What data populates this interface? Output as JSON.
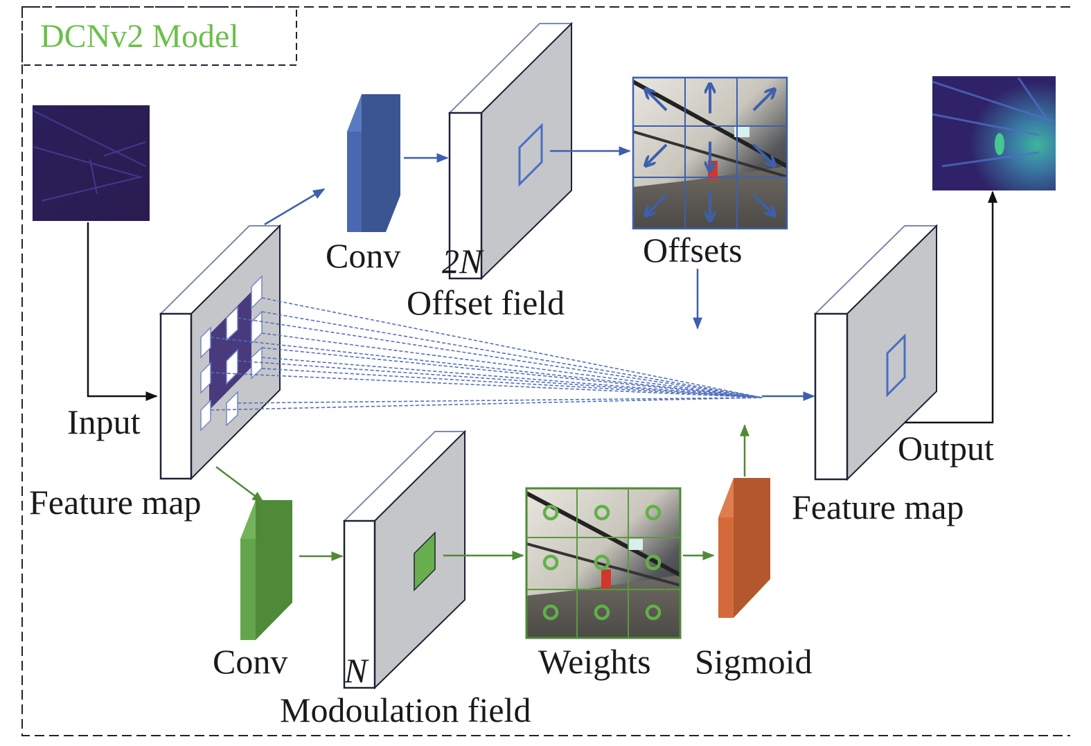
{
  "title": "DCNv2  Model",
  "colors": {
    "title": "#6cc04a",
    "blue": "#3d5fae",
    "blue_conv_front": "#4a68b0",
    "blue_conv_side": "#3a5592",
    "green": "#4f8a35",
    "green_conv_front": "#63a54a",
    "green_conv_side": "#4e8a38",
    "orange_front": "#d46a3a",
    "orange_side": "#b3582e",
    "panel_gray": "#c4c6c9",
    "dark_line": "#1b2233",
    "feature_purple": "#2a1e55"
  },
  "labels": {
    "input": "Input",
    "feature_map_left": "Feature map",
    "conv_top": "Conv",
    "offset_channels": "2N",
    "offset_field": "Offset field",
    "offsets": "Offsets",
    "output": "Output",
    "feature_map_right": "Feature map",
    "conv_bottom": "Conv",
    "modulation_channels": "N",
    "modulation_field": "Modoulation field",
    "weights": "Weights",
    "sigmoid": "Sigmoid"
  },
  "components": {
    "input_image": "input feature heatmap (dark purple)",
    "output_image": "output feature heatmap (viridis)",
    "offsets_grid": {
      "rows": 3,
      "cols": 3,
      "arrows": [
        "up-left",
        "up",
        "up-right",
        "down-left",
        "down",
        "down-right",
        "down-left",
        "down",
        "down-right"
      ]
    },
    "weights_grid": {
      "rows": 3,
      "cols": 3,
      "markers": "circle"
    }
  }
}
